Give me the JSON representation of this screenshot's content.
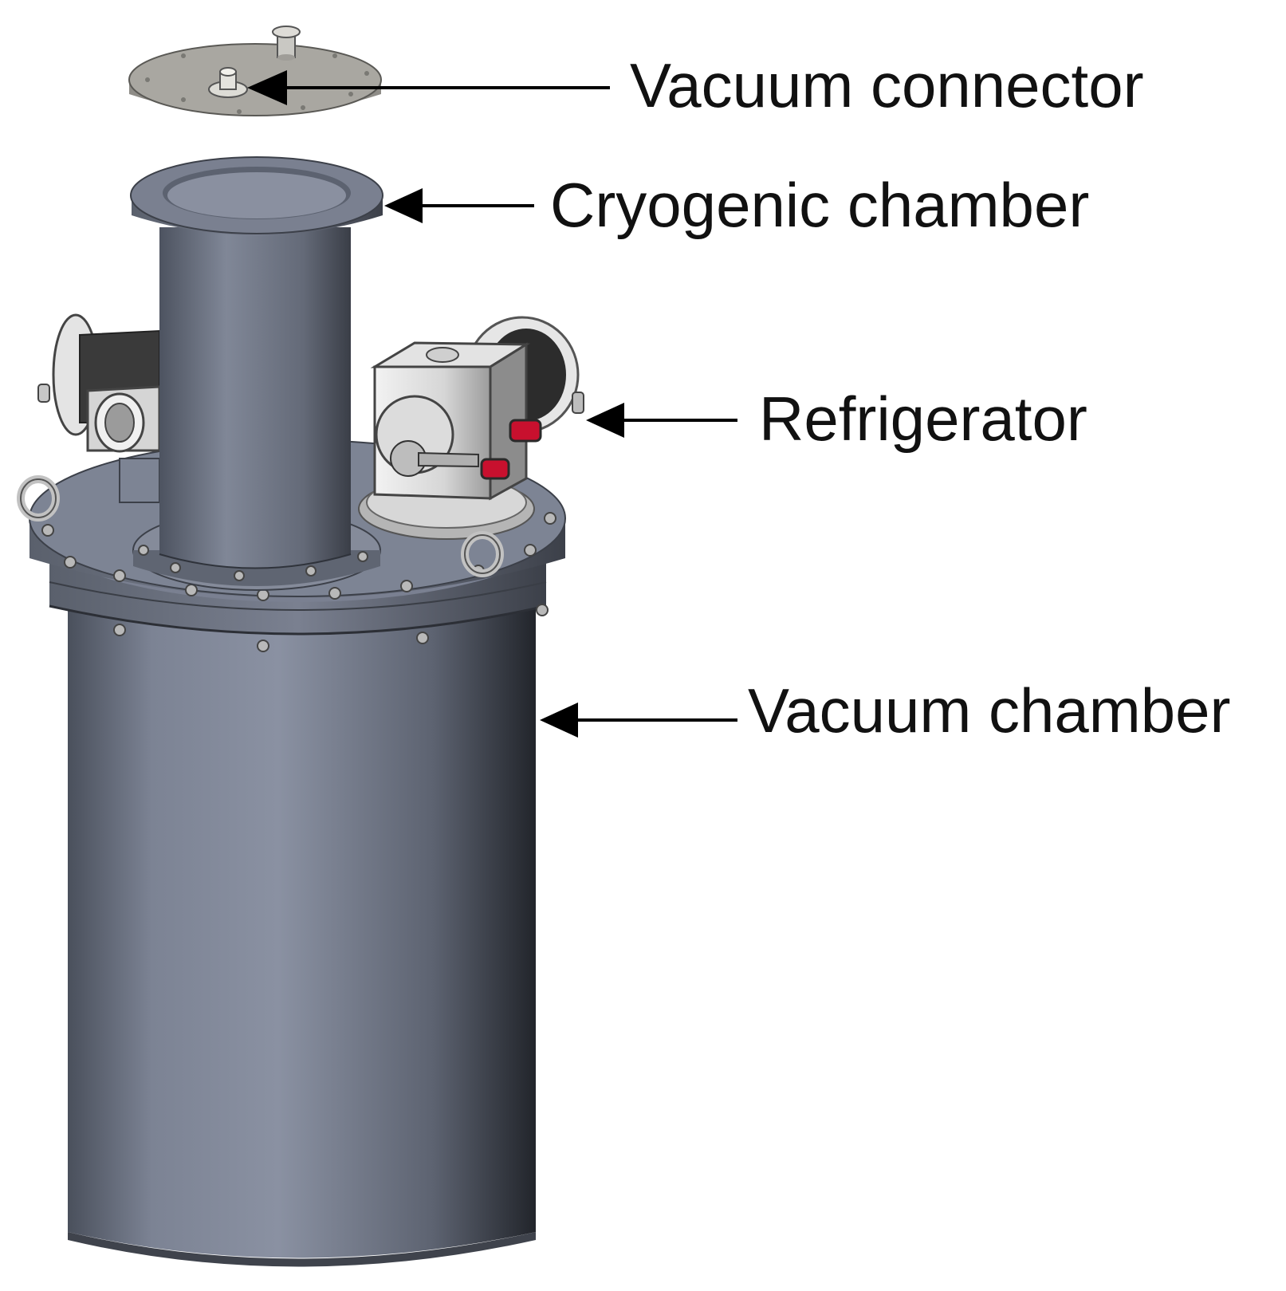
{
  "labels": {
    "vacuum_connector": "Vacuum connector",
    "cryogenic_chamber": "Cryogenic chamber",
    "refrigerator": "Refrigerator",
    "vacuum_chamber": "Vacuum chamber"
  },
  "colors": {
    "chamber_body": "#6f7685",
    "chamber_dark": "#2f333b",
    "lid": "#a9a7a1",
    "housing": "#d9d9d9",
    "accent_red": "#c8102e",
    "arrow": "#000000"
  }
}
